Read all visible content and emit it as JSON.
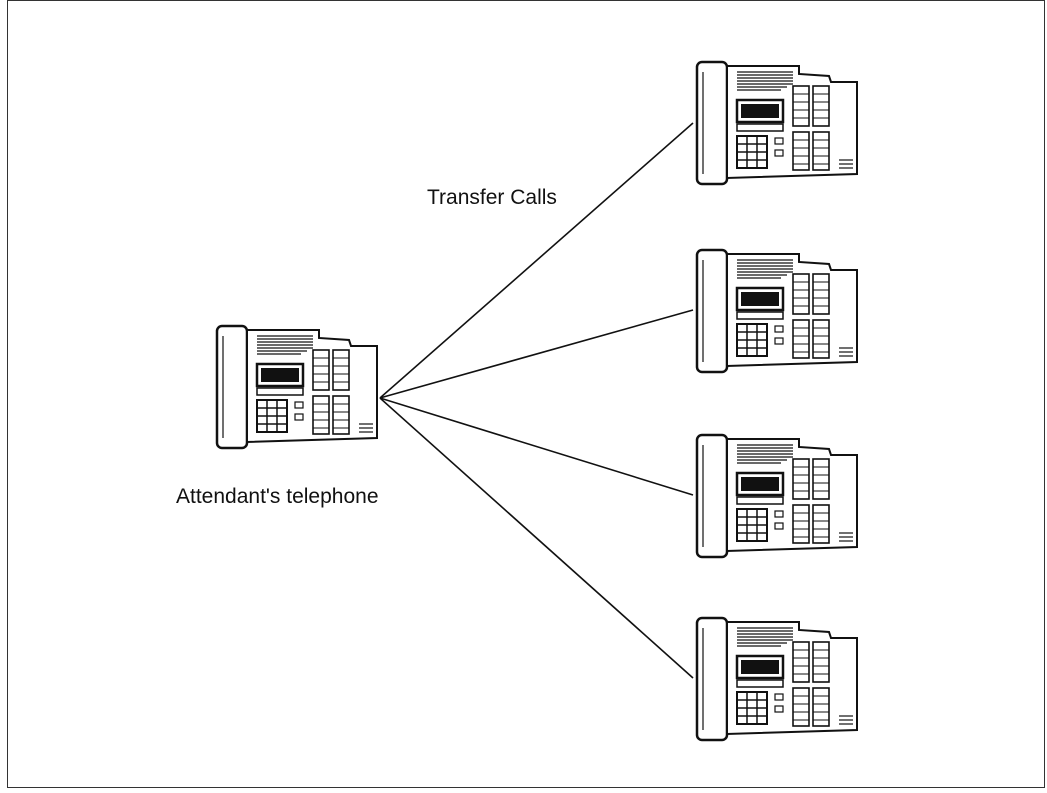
{
  "labels": {
    "transfer_calls": "Transfer Calls",
    "attendant_telephone": "Attendant's telephone"
  },
  "phones": [
    {
      "role": "attendant"
    },
    {
      "role": "destination"
    },
    {
      "role": "destination"
    },
    {
      "role": "destination"
    },
    {
      "role": "destination"
    }
  ],
  "colors": {
    "line": "#111111",
    "border": "#333333"
  }
}
